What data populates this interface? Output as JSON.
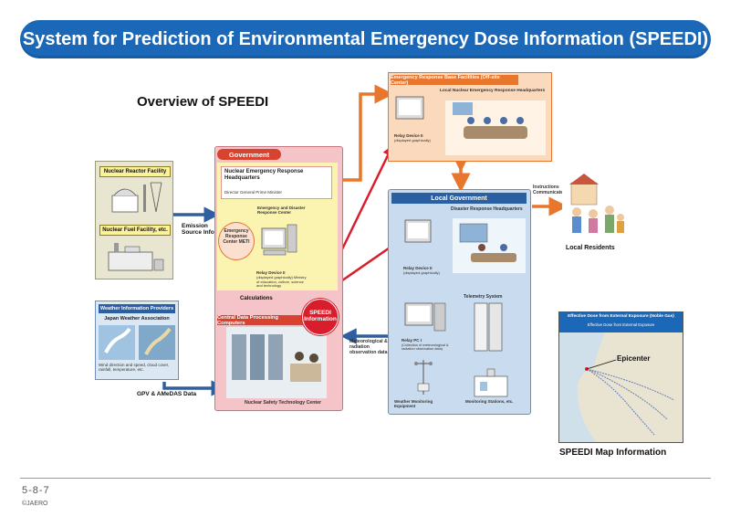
{
  "title": "System for Prediction of Environmental Emergency Dose Information (SPEEDI)",
  "overview": "Overview of SPEEDI",
  "sources": {
    "reactor": "Nuclear Reactor Facility",
    "fuel": "Nuclear Fuel Facility, etc.",
    "emission_label": "Emission Source Info"
  },
  "weather": {
    "title": "Weather Information Providers",
    "org": "Japan Weather Association",
    "desc": "Wind direction and speed, cloud cover, rainfall, temperature, etc.",
    "gpv": "GPV & AMeDAS Data"
  },
  "government": {
    "title": "Government",
    "hq": "Nuclear Emergency Response Headquarters",
    "hq_sub": "Director General   Prime Minister",
    "erc": "Emergency Response Center METI",
    "edrc": "Emergency and Disaster Response Center",
    "relay": "Relay Device II",
    "relay_sub": "(displayed graphically) Ministry of education, culture, science and technology",
    "calc": "Calculations",
    "central": "Central Data Processing Computers",
    "nstc": "Nuclear Safety Technology Center"
  },
  "speedi_badge": "SPEEDI Information",
  "offsite": {
    "title": "Emergency Response Base Facilities (Off-site Center)",
    "sub": "Local Nuclear Emergency Response Headquarters",
    "relay": "Relay Device II",
    "relay_sub": "(displayed graphically)"
  },
  "local_gov": {
    "title": "Local Government",
    "drh": "Disaster Response Headquarters",
    "relay": "Relay Device II",
    "relay_sub": "(displayed graphically)",
    "telemetry": "Telemetry System",
    "relay_pc": "Relay PC I",
    "relay_pc_sub": "(Collection of meteorological & radiation observation data)",
    "weather_eq": "Weather Monitoring Equipment",
    "monitoring": "Monitoring Stations, etc."
  },
  "met_data": "Meteorological & radiation observation data",
  "instructions": "Instructions Communicated",
  "residents": "Local Residents",
  "map": {
    "title1": "Effective Dose from External Exposure (Noble Gas)",
    "title2": "Effective Dose from External Exposure",
    "epicenter": "Epicenter",
    "caption": "SPEEDI Map Information"
  },
  "page_no": "5-8-7",
  "copyright": "©JAERO",
  "colors": {
    "title_blue": "#1c68b8",
    "gov_pink": "#f5c4c8",
    "orange": "#e8762c",
    "local_blue": "#c9dcef",
    "red": "#d81e2c"
  }
}
